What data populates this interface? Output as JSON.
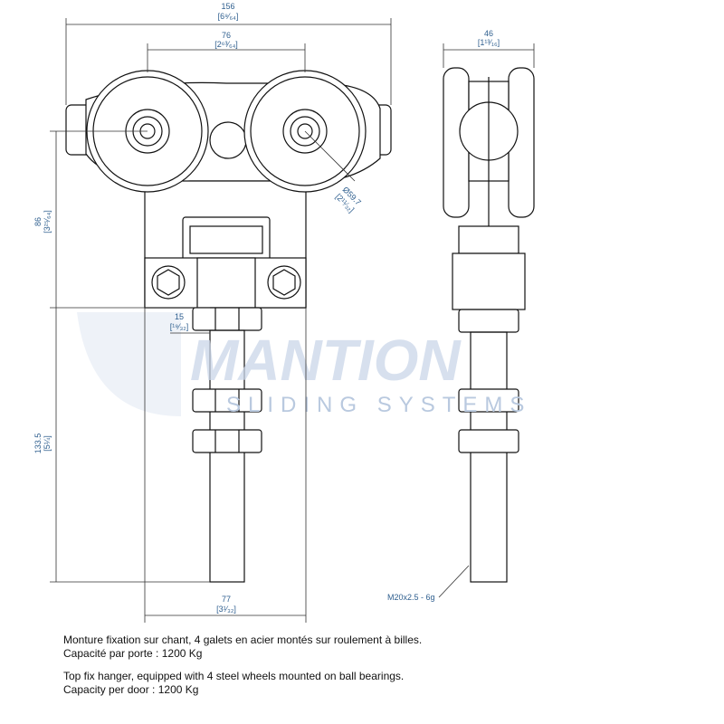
{
  "drawing": {
    "dimensions": {
      "overall_width": {
        "mm": "156",
        "in": "[6⁹⁄₆₄]"
      },
      "wheel_spacing": {
        "mm": "76",
        "in": "[2⁶³⁄₆₄]"
      },
      "side_width": {
        "mm": "46",
        "in": "[1¹³⁄₁₆]"
      },
      "wheel_diameter": {
        "mm": "Ø59.7",
        "in": "[2¹¹⁄₃₂]"
      },
      "height_top": {
        "mm": "86",
        "in": "[3²⁵⁄₆₄]"
      },
      "rod_width": {
        "mm": "15",
        "in": "[¹⁹⁄₃₂]"
      },
      "rod_length": {
        "mm": "133.5",
        "in": "[5¼]"
      },
      "base_width": {
        "mm": "77",
        "in": "[3¹⁄₃₂]"
      },
      "thread": "M20x2.5 - 6g"
    },
    "watermark": {
      "brand": "MANTION",
      "tagline": "SLIDING SYSTEMS"
    }
  },
  "caption": {
    "fr_line1": "Monture fixation sur chant, 4 galets en acier montés sur roulement à billes.",
    "fr_line2": "Capacité par porte : 1200 Kg",
    "en_line1": "Top fix hanger, equipped with 4 steel wheels mounted on ball bearings.",
    "en_line2": "Capacity per door : 1200 Kg"
  }
}
